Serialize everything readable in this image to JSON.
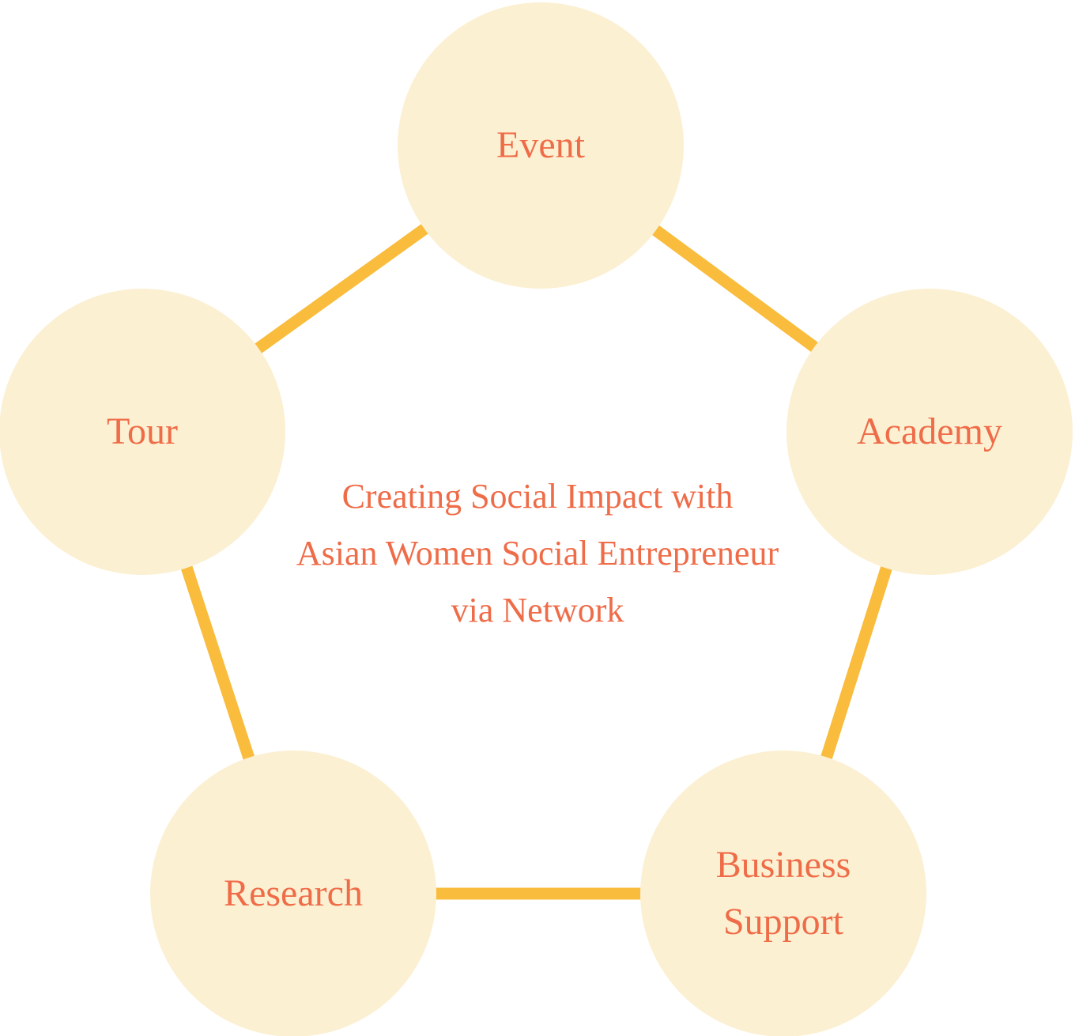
{
  "diagram": {
    "type": "pentagon-network",
    "center_text": {
      "lines": [
        "Creating Social Impact with",
        "Asian Women Social Entrepreneur",
        "via Network"
      ]
    },
    "nodes": {
      "event": {
        "label": "Event"
      },
      "academy": {
        "label": "Academy"
      },
      "business_support": {
        "label_lines": [
          "Business",
          "Support"
        ]
      },
      "research": {
        "label": "Research"
      },
      "tour": {
        "label": "Tour"
      }
    },
    "connections": [
      [
        "event",
        "academy"
      ],
      [
        "event",
        "tour"
      ],
      [
        "tour",
        "research"
      ],
      [
        "academy",
        "business_support"
      ],
      [
        "research",
        "business_support"
      ]
    ]
  },
  "colors": {
    "background": "#FFFFFF",
    "node_fill": "#FCF0D3",
    "connector": "#F9BC3C",
    "text": "#EF6C48"
  }
}
